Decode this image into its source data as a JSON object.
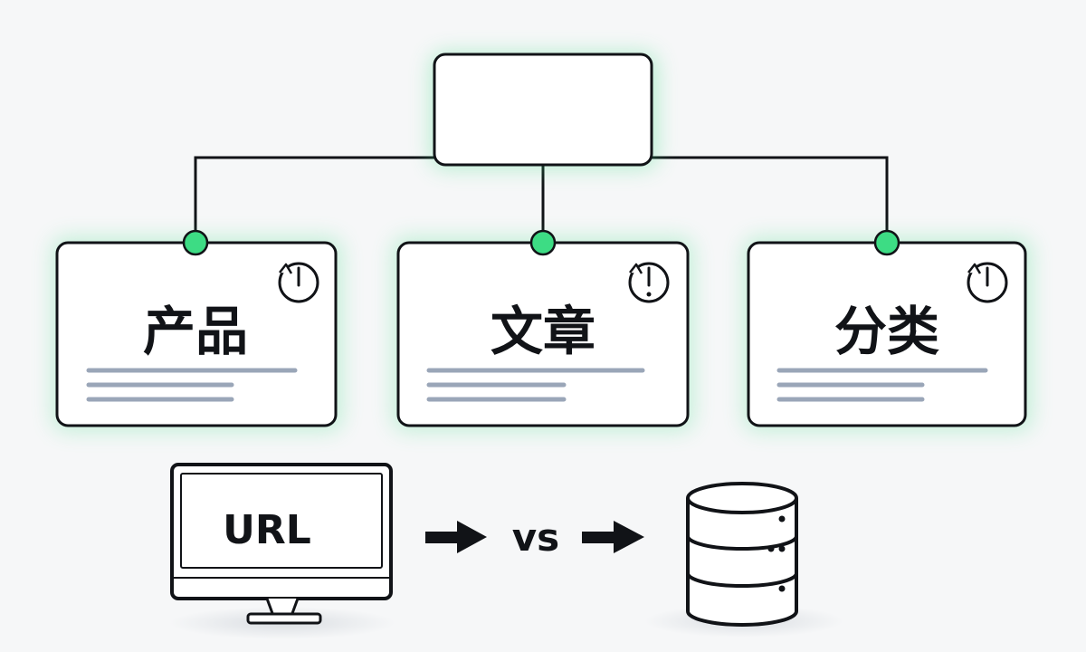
{
  "diagram": {
    "root": {
      "label": ""
    },
    "children": [
      {
        "id": "products",
        "label": "产品",
        "icon": "clock-icon"
      },
      {
        "id": "articles",
        "label": "文章",
        "icon": "clock-icon"
      },
      {
        "id": "categories",
        "label": "分类",
        "icon": "clock-icon"
      }
    ],
    "bottom": {
      "monitor_text": "URL",
      "vs_text": "vs",
      "left_icon": "monitor-icon",
      "right_icon": "database-icon",
      "arrow_icon": "arrow-right-icon"
    }
  },
  "colors": {
    "stroke": "#111317",
    "accent": "#3ddc84",
    "line_gray": "#9aa6b8",
    "card_fill": "#ffffff"
  }
}
